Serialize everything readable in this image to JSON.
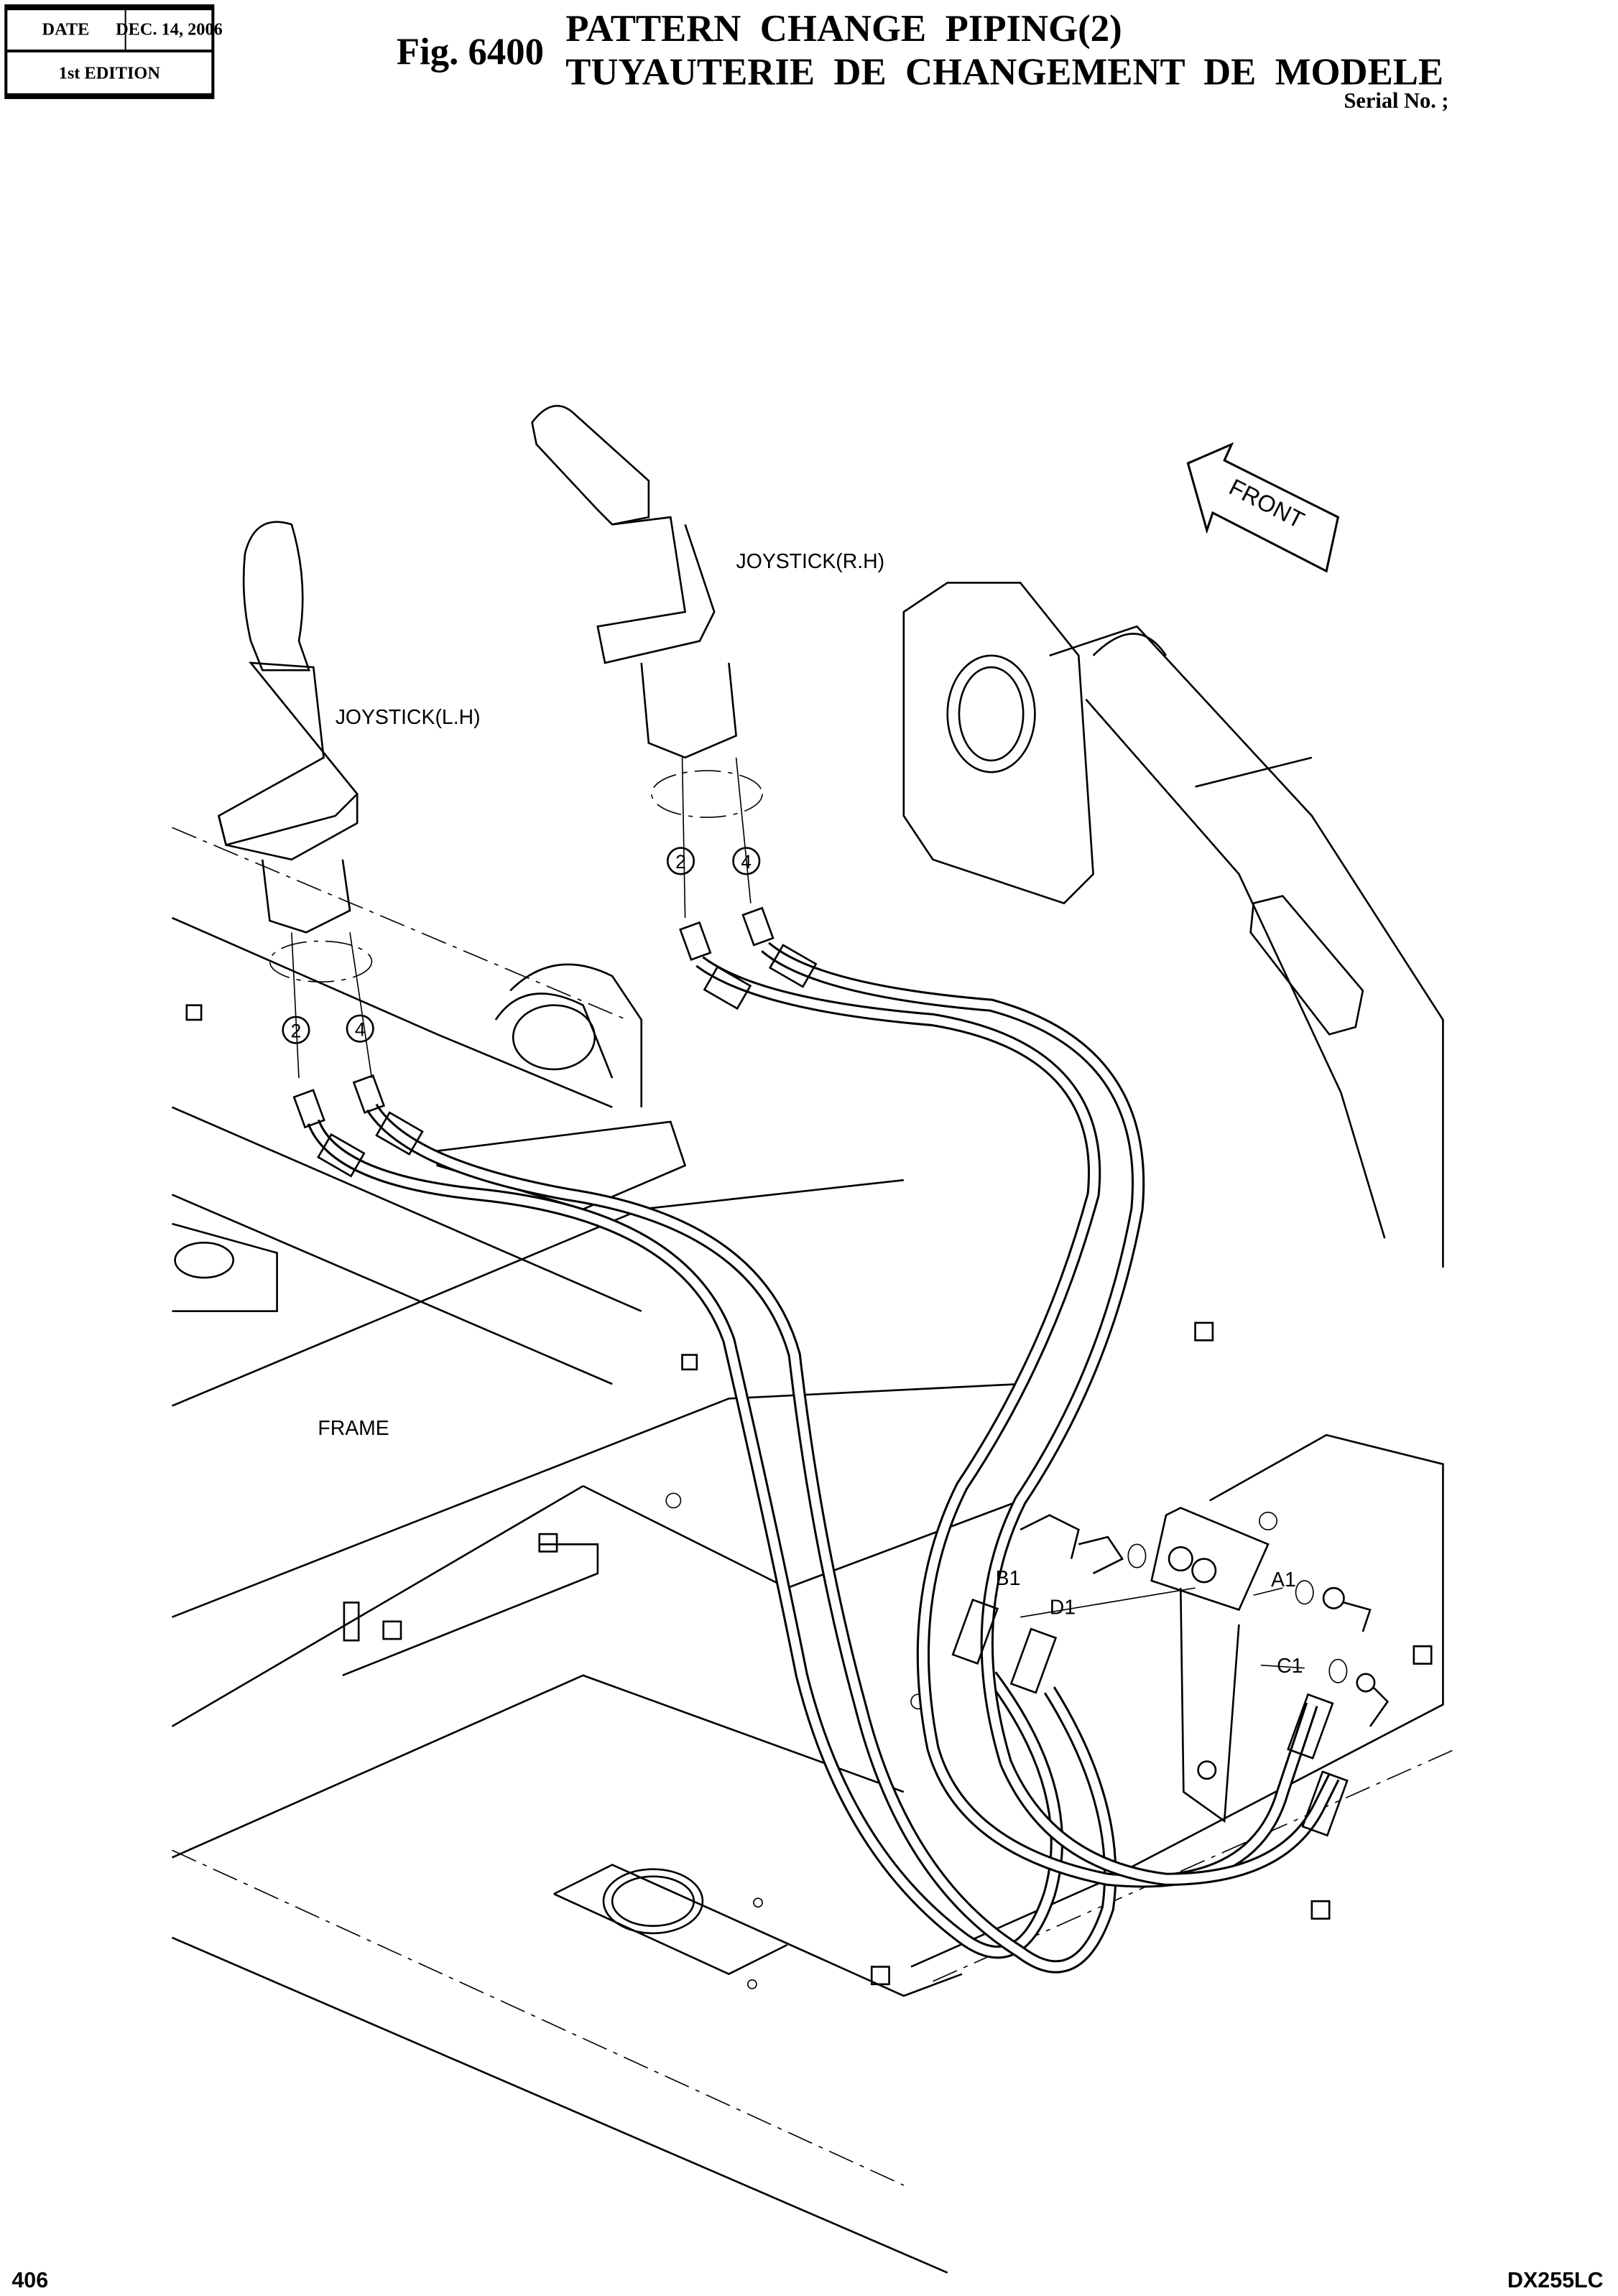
{
  "header": {
    "date_label": "DATE",
    "date_value": "DEC. 14, 2006",
    "edition": "1st EDITION",
    "fig_number": "Fig. 6400",
    "title_en": "PATTERN  CHANGE  PIPING(2)",
    "title_fr": "TUYAUTERIE  DE  CHANGEMENT  DE  MODELE",
    "serial": "Serial No. ;"
  },
  "diagram": {
    "front_arrow": "FRONT",
    "labels": {
      "joystick_rh": "JOYSTICK(R.H)",
      "joystick_lh": "JOYSTICK(L.H)",
      "frame": "FRAME",
      "port_a1": "A1",
      "port_b1": "B1",
      "port_c1": "C1",
      "port_d1": "D1"
    },
    "callouts": {
      "lh_2": "2",
      "lh_4": "4",
      "rh_2": "2",
      "rh_4": "4"
    }
  },
  "footer": {
    "page_number": "406",
    "model": "DX255LC"
  }
}
